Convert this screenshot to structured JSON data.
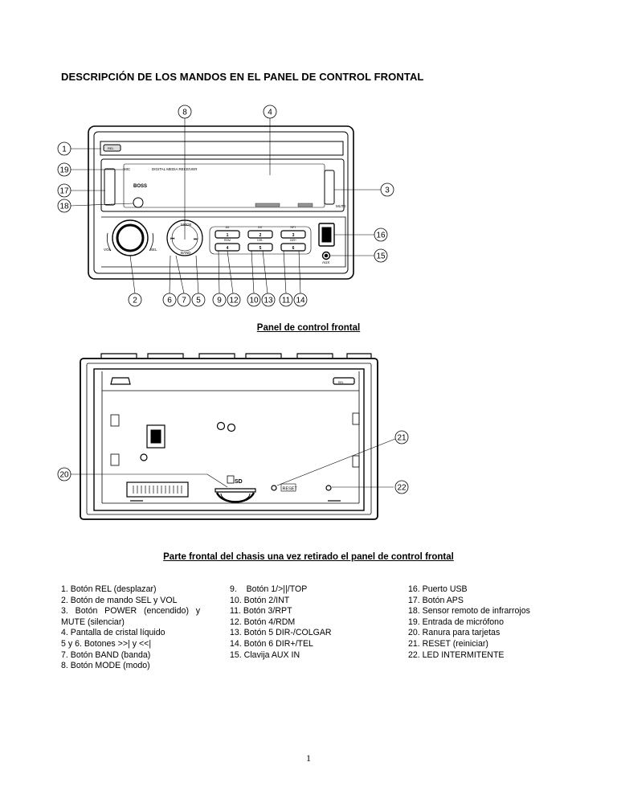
{
  "document": {
    "title": "DESCRIPCIÓN DE LOS MANDOS EN EL PANEL DE CONTROL FRONTAL",
    "figure1_caption": "Panel de control frontal",
    "figure2_caption": "Parte frontal del chasis una vez retirado el panel de control frontal",
    "page_number": "1"
  },
  "panel_labels": {
    "display_text": "DIGITAL MEDIA RECEIVER",
    "brand": "BOSS",
    "rel": "REL",
    "mic": "MIC",
    "mode": "MODE",
    "band": "BAND",
    "vol": "VOL",
    "sel": "SEL",
    "mute": "MUTE",
    "aux": "AUX",
    "sd": "SD",
    "reset": "RESET",
    "btn_tops": [
      "AS",
      "INT",
      "RPT",
      "RDM",
      "DIR-",
      "DIR+"
    ],
    "btn_nums": [
      "1",
      "2",
      "3",
      "4",
      "5",
      "6"
    ]
  },
  "callouts": {
    "fig1": [
      "1",
      "19",
      "17",
      "18",
      "8",
      "4",
      "3",
      "16",
      "15",
      "2",
      "6",
      "7",
      "5",
      "9",
      "12",
      "10",
      "13",
      "11",
      "14"
    ],
    "fig2": [
      "21",
      "20",
      "22"
    ]
  },
  "legend": {
    "col1": [
      "1.   Botón REL (desplazar)",
      "2.   Botón de mando SEL y VOL",
      "3.   Botón   POWER   (encendido)   y",
      "MUTE (silenciar)",
      "4.   Pantalla de cristal líquido",
      "5 y 6. Botones >>| y <<|",
      "7.   Botón BAND (banda)",
      "8.   Botón MODE (modo)"
    ],
    "col2": [
      "9.    Botón 1/>||/TOP",
      "10. Botón 2/INT",
      "11. Botón 3/RPT",
      "12. Botón 4/RDM",
      "13. Botón 5 DIR-/COLGAR",
      "14. Botón 6 DIR+/TEL",
      "15. Clavija AUX IN"
    ],
    "col3": [
      "16. Puerto USB",
      "17. Botón APS",
      "18. Sensor remoto de infrarrojos",
      "19. Entrada de micrófono",
      "20. Ranura para tarjetas",
      "21. RESET (reiniciar)",
      "22. LED INTERMITENTE"
    ]
  }
}
